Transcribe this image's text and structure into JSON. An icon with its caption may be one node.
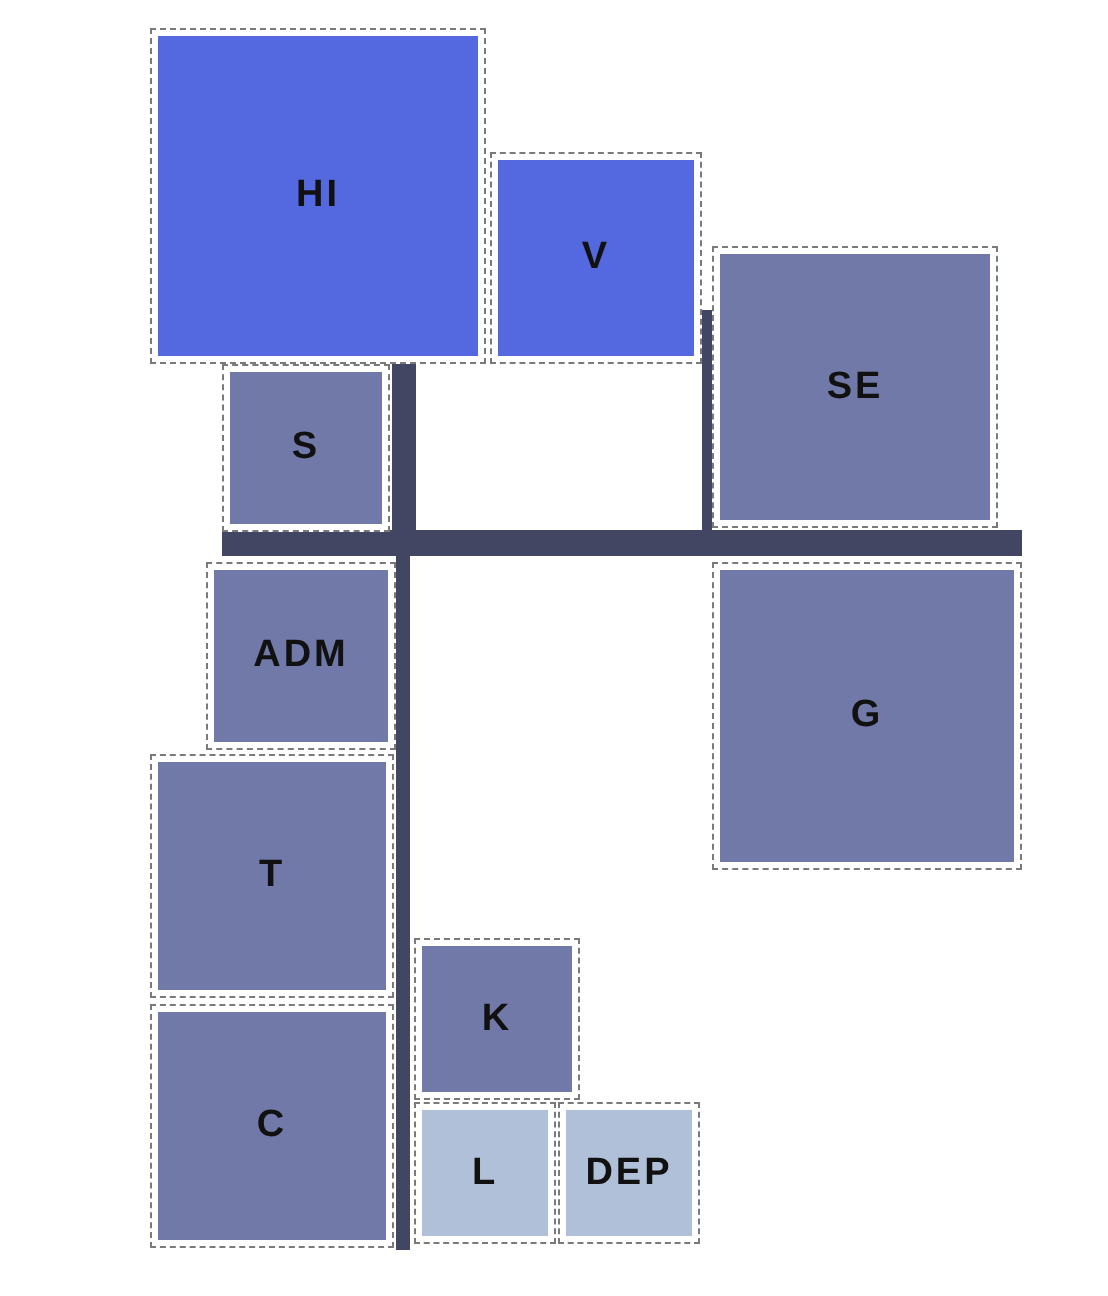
{
  "diagram": {
    "nodes": [
      {
        "text": [
          "HI"
        ]
      },
      {
        "text": [
          "V"
        ]
      },
      {
        "text": [
          "SE"
        ]
      },
      {
        "text": [
          "S"
        ]
      },
      {
        "text": [
          "ADM"
        ]
      },
      {
        "text": [
          "G"
        ]
      },
      {
        "text": [
          "T"
        ]
      },
      {
        "text": [
          "C"
        ]
      },
      {
        "text": [
          "K"
        ]
      },
      {
        "text": [
          "L"
        ]
      },
      {
        "text": [
          "DEP"
        ]
      }
    ]
  }
}
